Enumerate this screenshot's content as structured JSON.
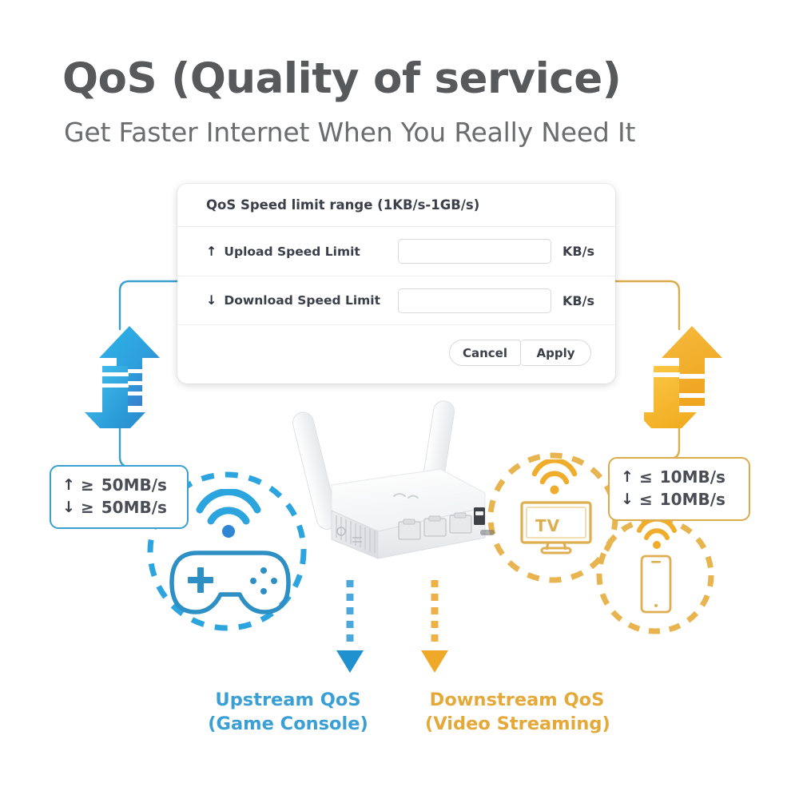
{
  "header": {
    "title": "QoS (Quality of service)",
    "subtitle": "Get Faster Internet When You Really Need It"
  },
  "panel": {
    "header_text": "QoS Speed limit range (1KB/s-1GB/s)",
    "rows": [
      {
        "arrow": "↑",
        "arrow_name": "upload-arrow-icon",
        "label": "Upload Speed Limit",
        "value": "",
        "placeholder": "",
        "unit": "KB/s"
      },
      {
        "arrow": "↓",
        "arrow_name": "download-arrow-icon",
        "label": "Download Speed Limit",
        "value": "",
        "placeholder": "",
        "unit": "KB/s"
      }
    ],
    "cancel_label": "Cancel",
    "apply_label": "Apply"
  },
  "badges": {
    "upstream": {
      "lines": [
        {
          "dir": "↑",
          "cmp": "≥",
          "value": "50MB/s"
        },
        {
          "dir": "↓",
          "cmp": "≥",
          "value": "50MB/s"
        }
      ]
    },
    "downstream": {
      "lines": [
        {
          "dir": "↑",
          "cmp": "≤",
          "value": "10MB/s"
        },
        {
          "dir": "↓",
          "cmp": "≤",
          "value": "10MB/s"
        }
      ]
    }
  },
  "captions": {
    "upstream_line1": "Upstream QoS",
    "upstream_line2": "(Game Console)",
    "downstream_line1": "Downstream QoS",
    "downstream_line2": "(Video Streaming)"
  },
  "devices": {
    "tv_label": "TV"
  },
  "colors": {
    "blue": "#2ca4dd",
    "blue_dark": "#1f7fc0",
    "blue_text": "#3a9fd4",
    "orange": "#f0ad2b",
    "orange_light": "#f5c451",
    "orange_text": "#e5a93a",
    "title_gray": "#58595b",
    "subtitle_gray": "#6a6c6e",
    "panel_text": "#3b3f4a"
  },
  "icons": {
    "wifi": "wifi-icon",
    "gamepad": "gamepad-icon",
    "tv": "tv-icon",
    "phone": "smartphone-icon",
    "router": "router-icon",
    "up_arrow_big": "big-up-arrow-icon",
    "down_arrow_big": "big-down-arrow-icon"
  }
}
